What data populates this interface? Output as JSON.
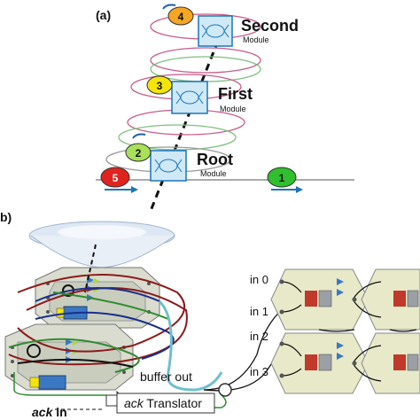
{
  "panel_a": {
    "label": "(a)",
    "modules": [
      {
        "number": "4",
        "name": "Second",
        "sub": "Module",
        "color": "#f5a623"
      },
      {
        "number": "3",
        "name": "First",
        "sub": "Module",
        "color": "#f4e40a"
      },
      {
        "number": "2",
        "name": "Root",
        "sub": "Module",
        "color": "#a8e05a"
      }
    ],
    "markers": [
      {
        "number": "5",
        "color": "#e0231e"
      },
      {
        "number": "1",
        "color": "#2fbf2f"
      }
    ]
  },
  "panel_b": {
    "label": "b)",
    "buffer_out": "buffer out",
    "translator_em": "ack",
    "translator_rest": " Translator",
    "ack_in_em": "ack",
    "ack_in_rest": " in",
    "ports": [
      "in 0",
      "in 1",
      "in 2",
      "in 3"
    ]
  },
  "colors": {
    "module_fill": "#cfe9f7",
    "module_stroke": "#1b75bb",
    "hex_fill": "#e7e9c8",
    "chip_red": "#c0392b",
    "chip_grey": "#9aa0a6"
  }
}
